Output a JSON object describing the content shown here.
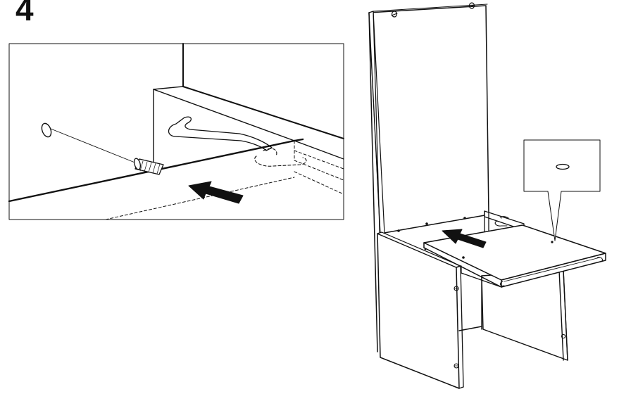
{
  "step": {
    "number": "4"
  },
  "icons": {
    "detail_view": "dowel-insertion-detail",
    "assembly_view": "shelf-insert-into-side-panels",
    "push_arrow": "arrow-left-icon",
    "hole_callout": "hole-callout"
  },
  "colors": {
    "ink": "#111111",
    "paper": "#ffffff"
  }
}
